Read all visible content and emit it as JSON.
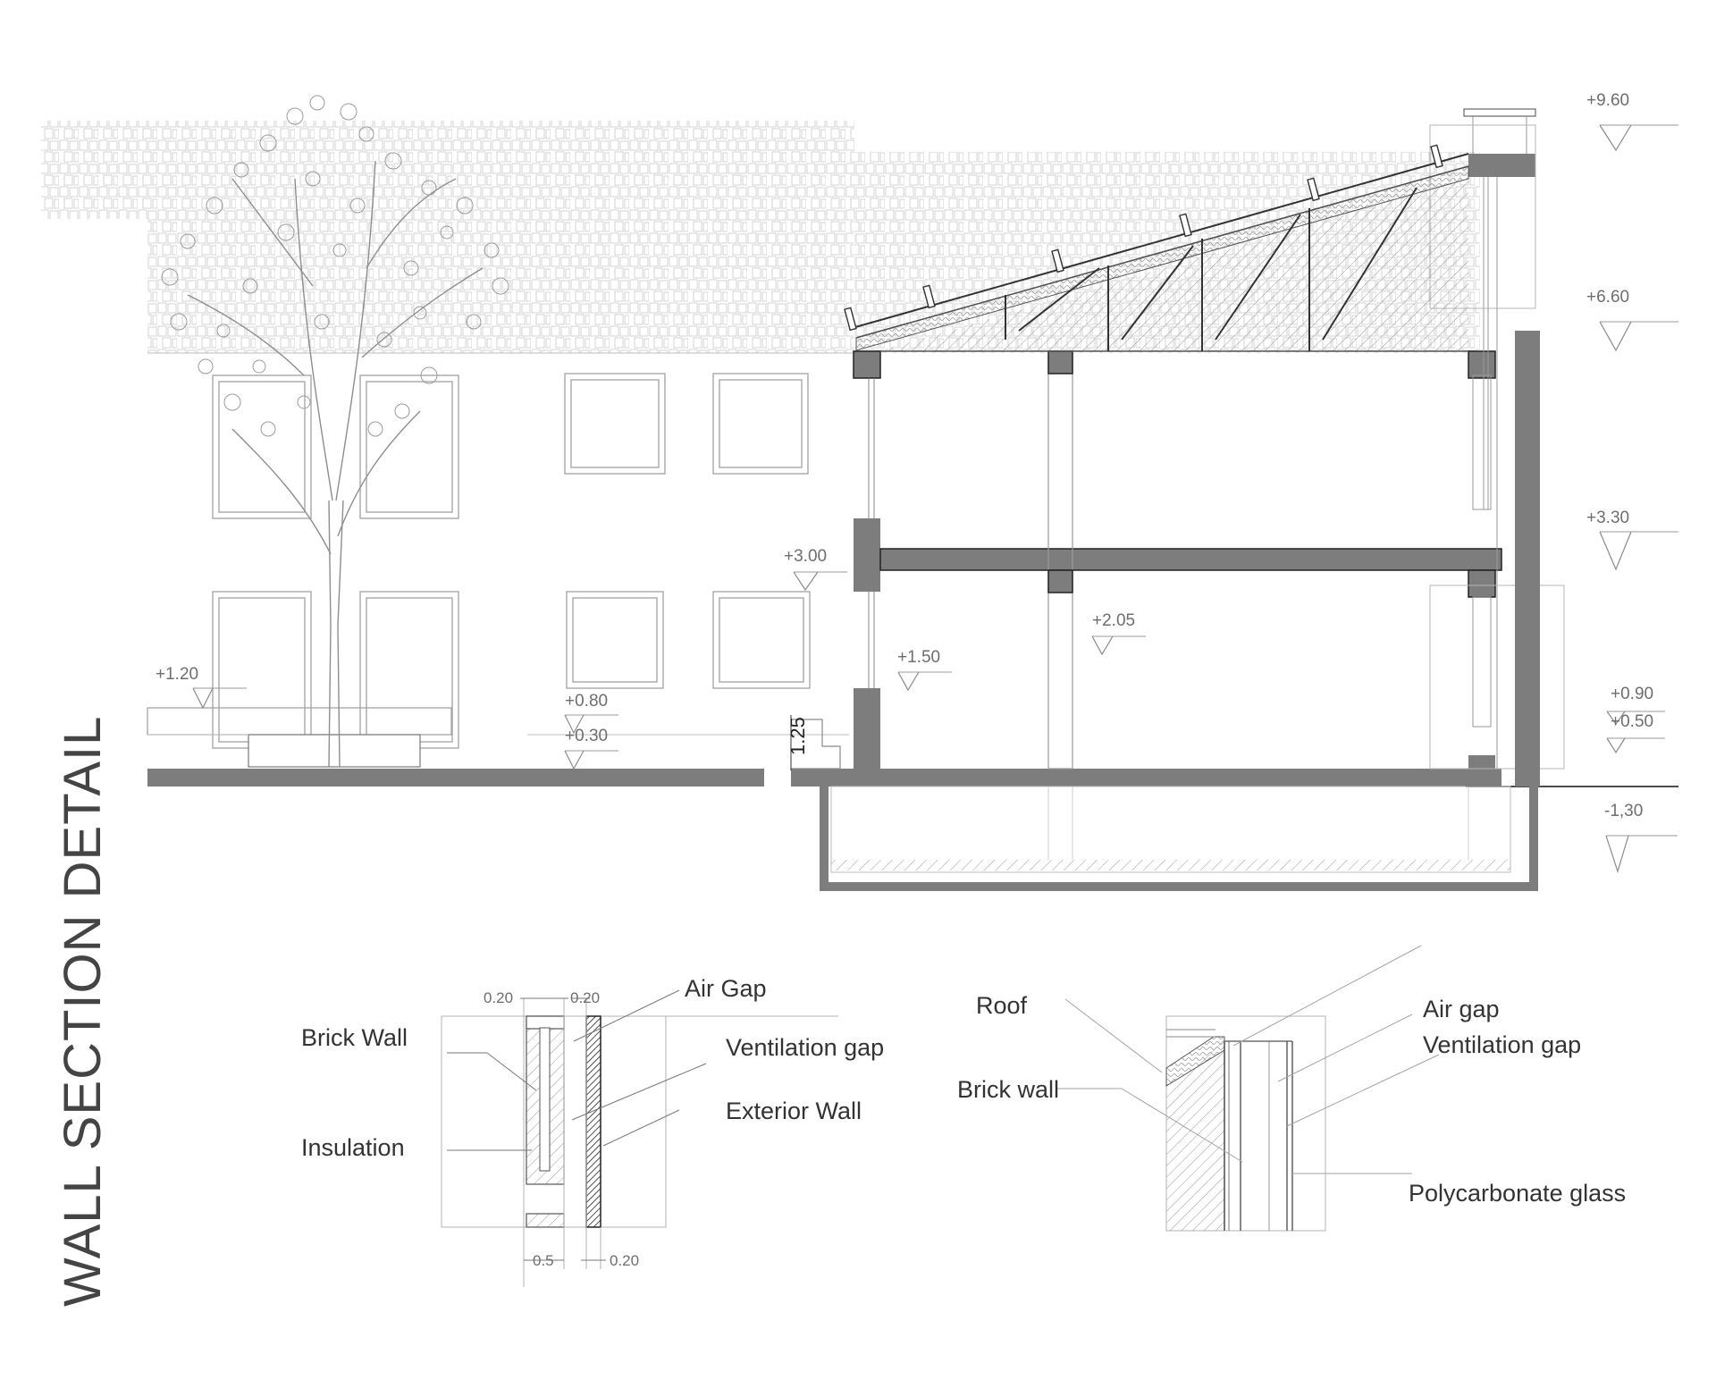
{
  "title": "WALL SECTION DETAIL",
  "colors": {
    "wall": "#7d7d7d",
    "line": "#555555",
    "light": "#b9b9b9",
    "text": "#333333"
  },
  "levels": [
    {
      "id": "l960",
      "label": "+9.60"
    },
    {
      "id": "l660",
      "label": "+6.60"
    },
    {
      "id": "l330",
      "label": "+3.30"
    },
    {
      "id": "l300",
      "label": "+3.00"
    },
    {
      "id": "l205",
      "label": "+2.05"
    },
    {
      "id": "l150",
      "label": "+1.50"
    },
    {
      "id": "l120",
      "label": "+1.20"
    },
    {
      "id": "l090",
      "label": "+0.90"
    },
    {
      "id": "l080",
      "label": "+0.80"
    },
    {
      "id": "l050",
      "label": "+0.50"
    },
    {
      "id": "l030",
      "label": "+0.30"
    },
    {
      "id": "lm130",
      "label": "-1,30"
    }
  ],
  "step_dimension": "1.25",
  "detail_left": {
    "labels": {
      "brick_wall": "Brick Wall",
      "insulation": "Insulation",
      "air_gap": "Air Gap",
      "ventilation_gap": "Ventilation gap",
      "exterior_wall": "Exterior Wall"
    },
    "dimensions": {
      "top_left": "0.20",
      "top_right": "0.20",
      "bottom_left": "0.5",
      "bottom_right": "0.20"
    }
  },
  "detail_right": {
    "labels": {
      "roof": "Roof",
      "brick_wall": "Brick wall",
      "air_gap": "Air gap",
      "ventilation_gap": "Ventilation gap",
      "polycarbonate_glass": "Polycarbonate glass"
    }
  }
}
